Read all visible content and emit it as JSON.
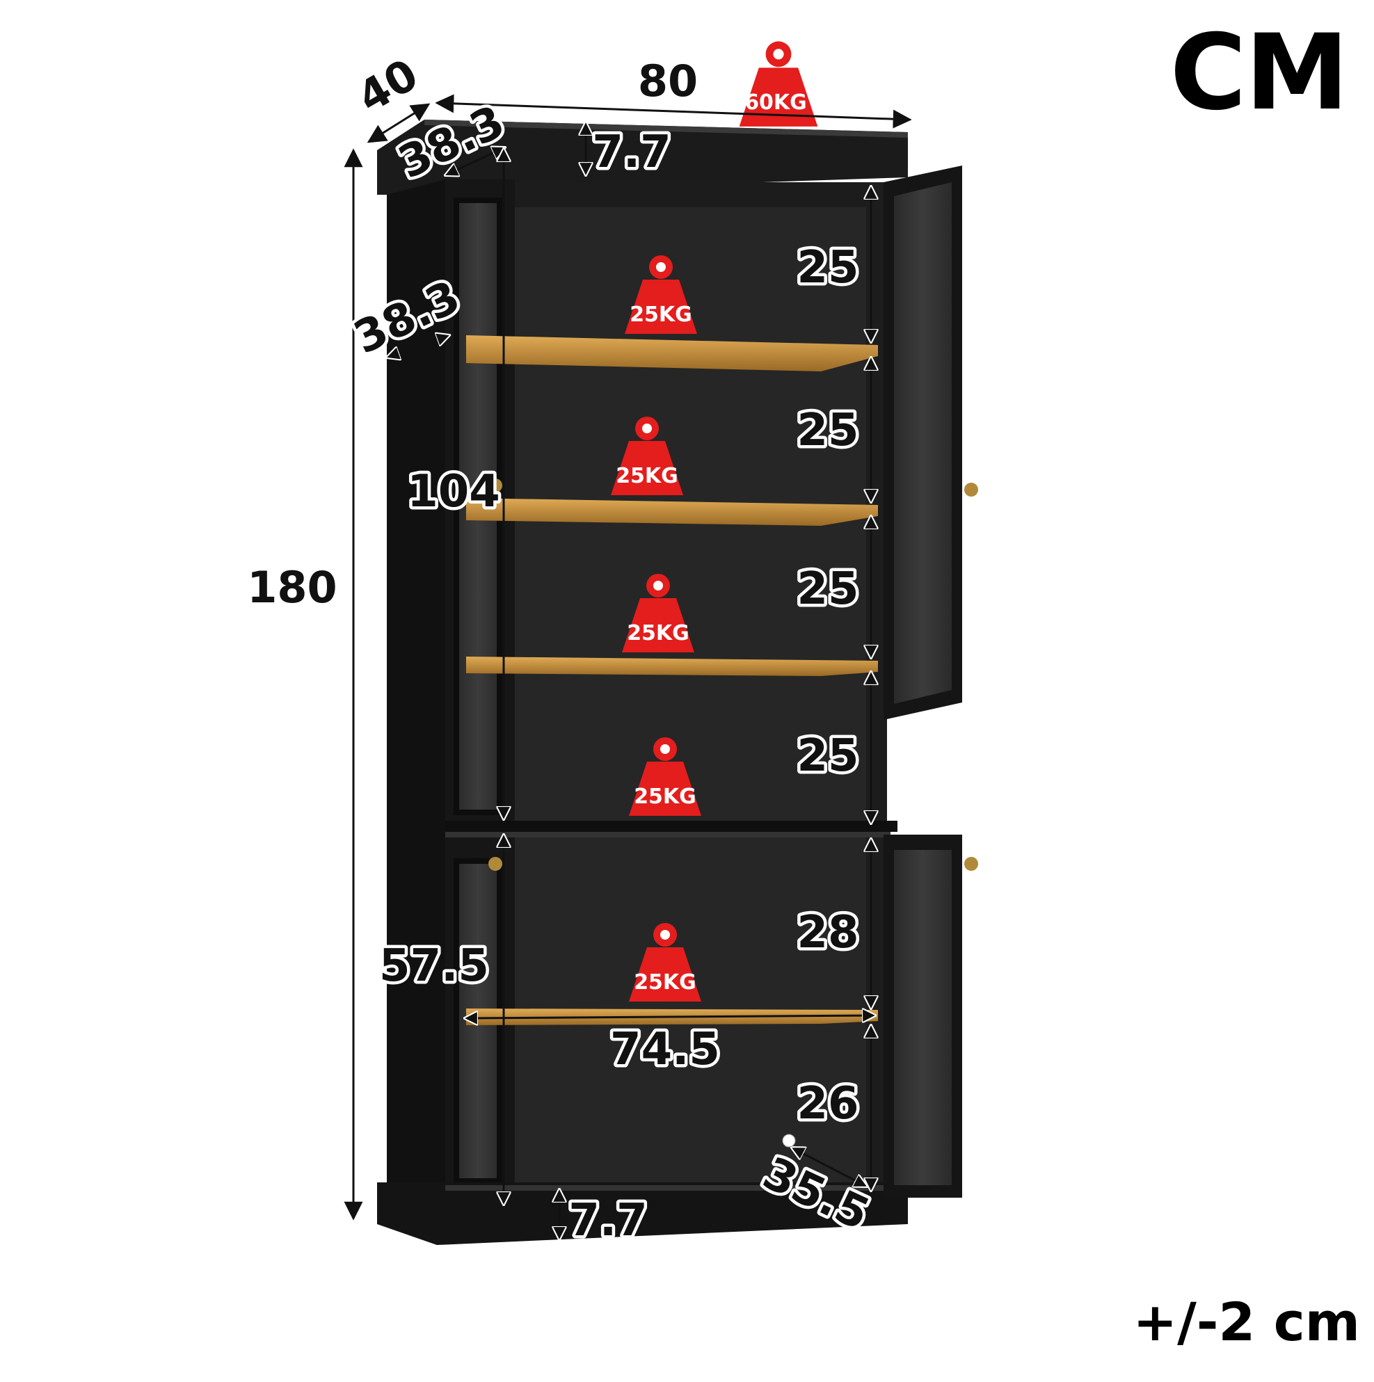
{
  "unit_label": "CM",
  "tolerance": "+/-2 cm",
  "colors": {
    "cabinet_black": "#151515",
    "cabinet_interior": "#262626",
    "shelf_wood": "#c8923f",
    "weight_red": "#e41d1d",
    "dimension_line": "#111111"
  },
  "dimensions": {
    "depth_outer": "40",
    "width_outer": "80",
    "height_outer": "180",
    "top_crown_height": "7.7",
    "bottom_base_height": "7.7",
    "inner_depth_top": "38.3",
    "inner_depth_side": "38.3",
    "upper_section_height": "104",
    "lower_section_height": "57.5",
    "inner_width": "74.5",
    "bottom_inner_depth": "35.5",
    "shelf_gaps": [
      "25",
      "25",
      "25",
      "25",
      "28",
      "26"
    ]
  },
  "load_ratings": {
    "top": "60KG",
    "shelves": [
      "25KG",
      "25KG",
      "25KG",
      "25KG",
      "25KG"
    ]
  }
}
